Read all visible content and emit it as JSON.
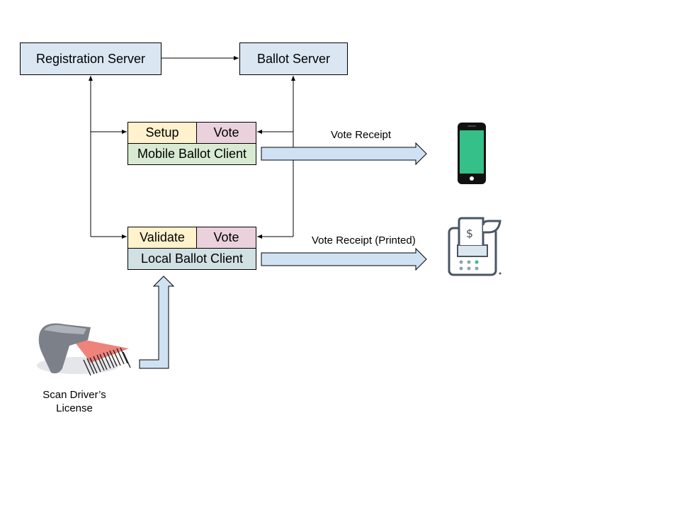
{
  "nodes": {
    "registration_server": "Registration Server",
    "ballot_server": "Ballot Server",
    "mobile_setup": "Setup",
    "mobile_vote": "Vote",
    "mobile_client": "Mobile Ballot Client",
    "local_validate": "Validate",
    "local_vote": "Vote",
    "local_client": "Local Ballot Client"
  },
  "edges": {
    "mobile_receipt": "Vote Receipt",
    "local_receipt": "Vote Receipt (Printed)"
  },
  "scanner": {
    "caption_line1": "Scan Driver’s",
    "caption_line2": "License"
  },
  "icons": [
    "phone-icon",
    "receipt-printer-icon",
    "barcode-scanner-icon"
  ],
  "colors": {
    "server_fill": "#dae7f3",
    "setup_fill": "#fff2cc",
    "vote_fill": "#ead1dc",
    "mobile_client_fill": "#d9ead3",
    "local_client_fill": "#d0e0e3",
    "arrow_fill": "#cfe2f3",
    "phone_screen": "#34c088"
  }
}
